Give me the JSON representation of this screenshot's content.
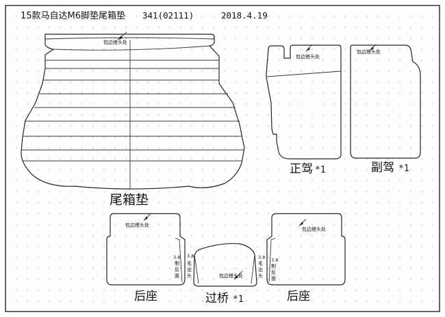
{
  "header": {
    "title": "15款马自达M6脚垫尾箱垫",
    "code": "341(02111)",
    "date": "2018.4.19"
  },
  "labels": {
    "trunk": "尾箱垫",
    "driver": "正驾",
    "passenger": "副驾",
    "rear_left": "后座",
    "bridge": "过桥",
    "rear_right": "后座",
    "qty_driver": "*1",
    "qty_passenger": "*1",
    "qty_bridge": "*1"
  },
  "notes": {
    "edge_bind": "包边搭头处",
    "size": "3.8",
    "reverse_1": "制",
    "reverse_2": "反",
    "reverse_3": "面",
    "hair_1": "毛",
    "hair_2": "出",
    "hair_3": "头"
  }
}
